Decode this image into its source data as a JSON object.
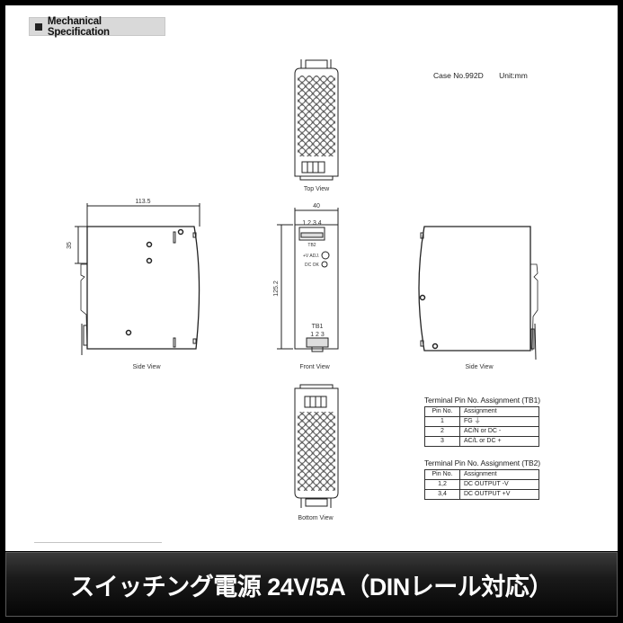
{
  "section_title": "Mechanical Specification",
  "case_info": {
    "case_no": "Case No.992D",
    "unit": "Unit:mm"
  },
  "views": {
    "top": "Top View",
    "front": "Front View",
    "side_left": "Side View",
    "side_right": "Side View",
    "bottom": "Bottom View"
  },
  "dimensions": {
    "depth": "113.5",
    "rail_offset": "35",
    "width": "40",
    "height": "125.2"
  },
  "front_labels": {
    "tb2_pins": "1 2 3 4",
    "tb2": "TB2",
    "vadj": "+V ADJ.",
    "dc_ok": "DC OK",
    "tb1": "TB1",
    "tb1_pins": "1 2 3"
  },
  "tb1_table": {
    "title": "Terminal Pin No.  Assignment (TB1)",
    "headers": [
      "Pin No.",
      "Assignment"
    ],
    "rows": [
      {
        "pin": "1",
        "assignment": "FG ⏚"
      },
      {
        "pin": "2",
        "assignment": "AC/N or DC -"
      },
      {
        "pin": "3",
        "assignment": "AC/L or DC +"
      }
    ]
  },
  "tb2_table": {
    "title": "Terminal Pin No.  Assignment (TB2)",
    "headers": [
      "Pin No.",
      "Assignment"
    ],
    "rows": [
      {
        "pin": "1,2",
        "assignment": "DC OUTPUT -V"
      },
      {
        "pin": "3,4",
        "assignment": "DC OUTPUT +V"
      }
    ]
  },
  "banner": {
    "text": "スイッチング電源 24V/5A（DINレール対応）"
  },
  "colors": {
    "line": "#222222",
    "banner_bg": "#111111",
    "frame": "#000000",
    "title_bg": "#d9d9d9"
  }
}
